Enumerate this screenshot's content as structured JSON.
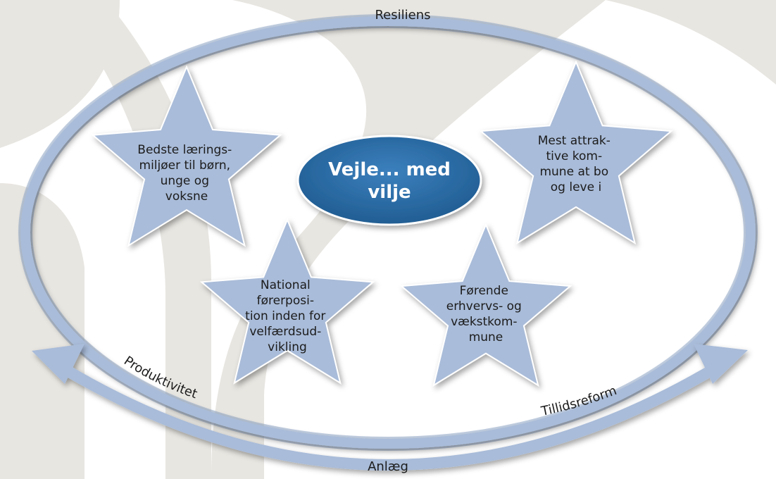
{
  "center": {
    "line1": "Vejle... med",
    "line2": "vilje"
  },
  "ring_labels": {
    "top": "Resiliens",
    "bottom": "Anlæg",
    "left_arc": "Produktivitet",
    "right_arc": "Tillidsreform"
  },
  "stars": [
    {
      "lines": [
        "Bedste lærings-",
        "miljøer til børn,",
        "unge og",
        "voksne"
      ]
    },
    {
      "lines": [
        "Mest attrak-",
        "tive kom-",
        "mune at bo",
        "og leve i"
      ]
    },
    {
      "lines": [
        "National",
        "førerposi-",
        "tion inden for",
        "velfærdsud-",
        "vikling"
      ]
    },
    {
      "lines": [
        "Førende",
        "erhvervs- og",
        "vækstkom-",
        "mune"
      ]
    }
  ],
  "colors": {
    "background": "#ffffff",
    "watermark": "#e8e6e1",
    "ring": "#a9bcd9",
    "ring_edge": "#8ea5c9",
    "star": "#a9bcd9",
    "center_fill": "#2f6fa8",
    "center_text": "#ffffff"
  },
  "icons": {
    "star": "star-shape",
    "arrow": "double-headed-arc-arrow"
  }
}
